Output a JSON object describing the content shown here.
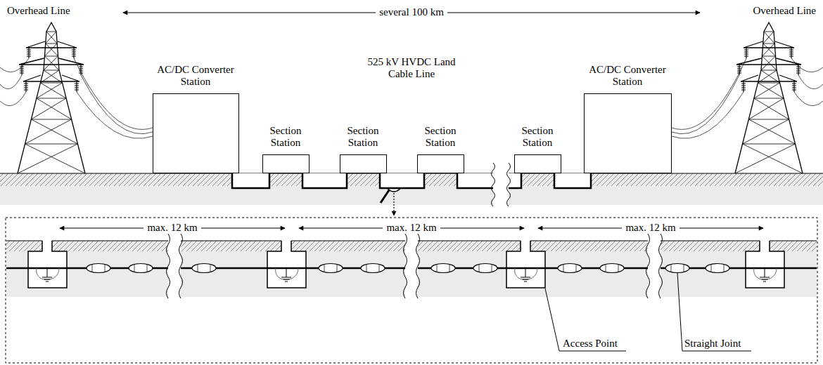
{
  "diagram": {
    "nodes": [
      {
        "text": [
          "AC/DC Converter Station"
        ]
      },
      {
        "text": [
          "Section Station"
        ]
      },
      {
        "text": [
          "Section Station"
        ]
      },
      {
        "text": [
          "Section Station"
        ]
      },
      {
        "text": [
          "Section Station"
        ]
      },
      {
        "text": [
          "AC/DC Converter Station"
        ]
      }
    ],
    "edges": [
      {
        "from": 0,
        "to": 1,
        "arrow": "none"
      },
      {
        "from": 1,
        "to": 2,
        "arrow": "none"
      },
      {
        "from": 2,
        "to": 3,
        "arrow": "none"
      },
      {
        "from": 3,
        "to": 4,
        "arrow": "none"
      },
      {
        "from": 4,
        "to": 5,
        "arrow": "none"
      }
    ],
    "labels": [
      "Overhead Line",
      "Overhead Line",
      "several 100 km",
      "525 kV HVDC Land Cable Line",
      "max. 12 km",
      "max. 12 km",
      "max. 12 km",
      "Access Point",
      "Straight Joint"
    ]
  }
}
